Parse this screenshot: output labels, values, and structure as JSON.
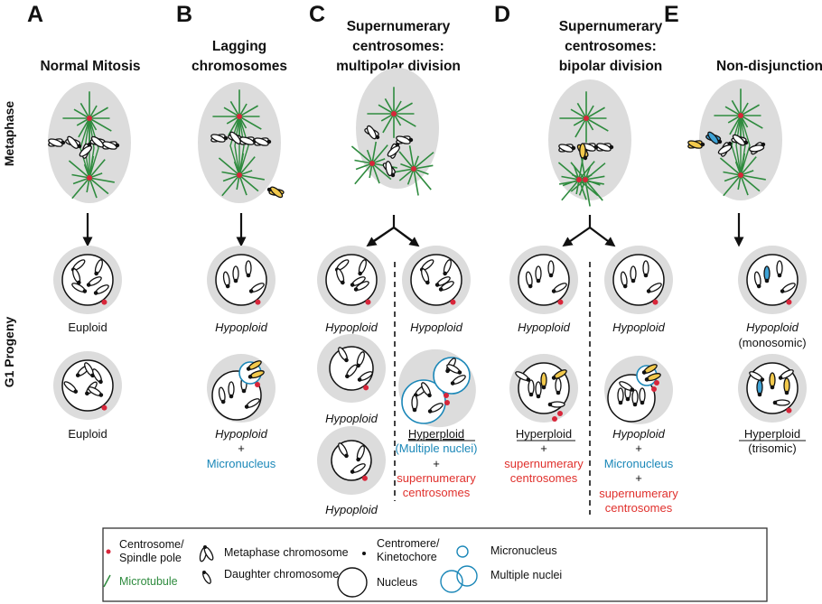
{
  "colors": {
    "cell": "#dcdcdc",
    "microtubule": "#2e8b3e",
    "centrosome": "#d8263a",
    "micronucleus": "#1a87b8",
    "red_text": "#e0302c",
    "yellow_chromosome": "#f2c94c",
    "blue_chromosome": "#3fa3d6"
  },
  "row_labels": {
    "metaphase": "Metaphase",
    "g1": "G1 Progeny"
  },
  "panels": [
    {
      "letter": "A",
      "title": [
        "",
        "Normal Mitosis"
      ],
      "progeny": [
        {
          "label": "Euploid"
        },
        {
          "label": "Euploid"
        }
      ]
    },
    {
      "letter": "B",
      "title": [
        "Lagging",
        "chromosomes"
      ],
      "progeny": [
        {
          "label": "Hypoploid"
        },
        {
          "label": "Hypoploid",
          "extra": [
            "+",
            "Micronucleus"
          ]
        }
      ]
    },
    {
      "letter": "C",
      "title": [
        "Supernumerary",
        "centrosomes:",
        "multipolar division"
      ],
      "progeny_left": [
        {
          "label": "Hypoploid"
        },
        {
          "label": "Hypoploid"
        },
        {
          "label": "Hypoploid"
        }
      ],
      "progeny_right": [
        {
          "label": "Hypoploid"
        },
        {
          "label": "Hyperploid",
          "extra": [
            "(Multiple nuclei)",
            "+",
            "supernumerary",
            "centrosomes"
          ]
        }
      ]
    },
    {
      "letter": "D",
      "title": [
        "Supernumerary",
        "centrosomes:",
        "bipolar division"
      ],
      "progeny_left": [
        {
          "label": "Hypoploid"
        },
        {
          "label": "Hyperploid",
          "extra": [
            "+",
            "supernumerary",
            "centrosomes"
          ]
        }
      ],
      "progeny_right": [
        {
          "label": "Hypoploid"
        },
        {
          "label": "Hypoploid",
          "extra": [
            "+",
            "Micronucleus",
            "+",
            "supernumerary",
            "centrosomes"
          ]
        }
      ]
    },
    {
      "letter": "E",
      "title": [
        "",
        "Non-disjunction"
      ],
      "progeny": [
        {
          "label": "Hypoploid",
          "extra": [
            "(monosomic)"
          ]
        },
        {
          "label": "Hyperploid",
          "extra": [
            "(trisomic)"
          ]
        }
      ]
    }
  ],
  "legend": {
    "centrosome": [
      "Centrosome/",
      "Spindle pole"
    ],
    "microtubule": "Microtubule",
    "metaphase_chromosome": "Metaphase chromosome",
    "daughter_chromosome": "Daughter chromosome",
    "centromere": [
      "Centromere/",
      "Kinetochore"
    ],
    "nucleus": "Nucleus",
    "micronucleus": "Micronucleus",
    "multiple_nuclei": "Multiple nuclei"
  }
}
